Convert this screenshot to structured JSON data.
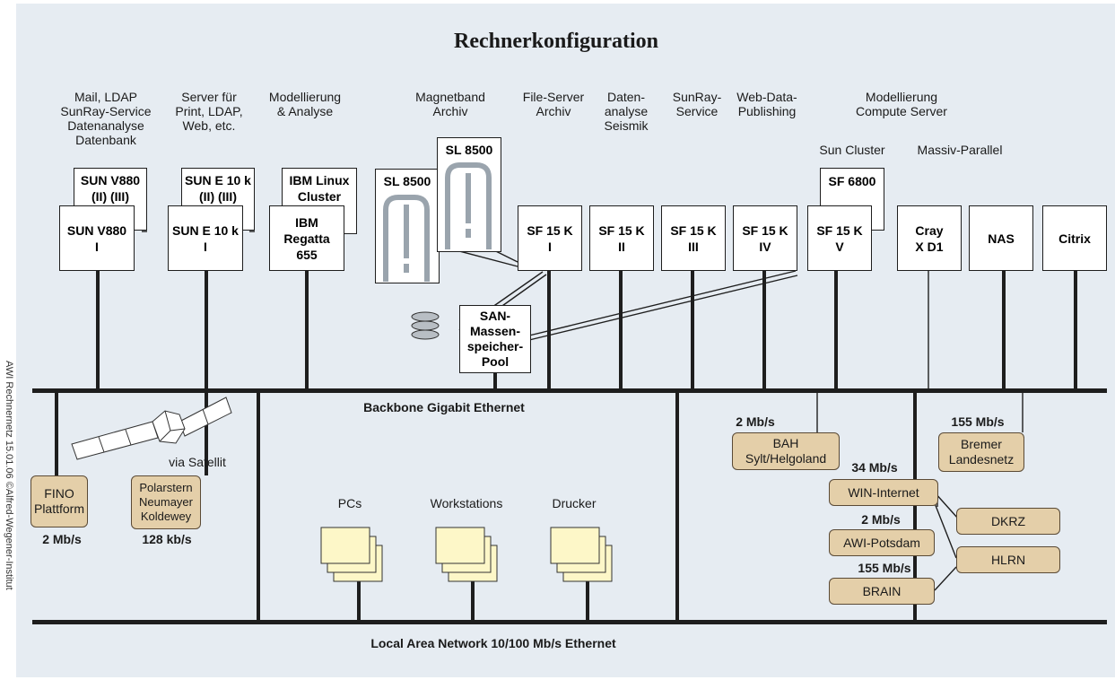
{
  "title": "Rechnerkonfiguration",
  "side_note": "AWI Rechnernetz 15.01.06   ©Alfred-Wegener-Institut",
  "top_labels": {
    "mail": "Mail, LDAP\nSunRay-Service\nDatenanalyse\nDatenbank",
    "server": "Server für\nPrint, LDAP,\nWeb, etc.",
    "modell": "Modellierung\n& Analyse",
    "magnet": "Magnetband\nArchiv",
    "fileserver": "File-Server\nArchiv",
    "daten": "Daten-\nanalyse\nSeismik",
    "sunray": "SunRay-\nService",
    "web": "Web-Data-\nPublishing",
    "compute": "Modellierung\nCompute Server",
    "suncluster": "Sun Cluster",
    "massiv": "Massiv-Parallel"
  },
  "boxes": {
    "v880_back": "SUN V880\n(II) (III)",
    "v880": "SUN V880\nI",
    "e10k_back": "SUN E 10 k\n(II) (III)",
    "e10k": "SUN E 10 k\nI",
    "ibm_back": "IBM Linux\nCluster",
    "ibm": "IBM\nRegatta\n655",
    "sl1": "SL 8500",
    "sl2": "SL 8500",
    "sf1": "SF 15 K\nI",
    "sf2": "SF 15 K\nII",
    "sf3": "SF 15 K\nIII",
    "sf4": "SF 15 K\nIV",
    "sf6800": "SF 6800",
    "sf5": "SF 15 K\nV",
    "cray": "Cray\nX D1",
    "nas": "NAS",
    "citrix": "Citrix",
    "san": "SAN-\nMassen-\nspeicher-\nPool"
  },
  "backbone_label": "Backbone Gigabit Ethernet",
  "lan_label": "Local Area Network 10/100 Mb/s Ethernet",
  "satellite_label": "via Satellit",
  "tan_boxes": {
    "fino": "FINO\nPlattform",
    "polar": "Polarstern\nNeumayer\nKoldewey",
    "bah": "BAH\nSylt/Helgoland",
    "bremer": "Bremer\nLandesnetz",
    "win": "WIN-Internet",
    "dkrz": "DKRZ",
    "awi": "AWI-Potsdam",
    "hlrn": "HLRN",
    "brain": "BRAIN"
  },
  "speeds": {
    "fino": "2 Mb/s",
    "polar": "128 kb/s",
    "bah": "2 Mb/s",
    "bremer": "155 Mb/s",
    "win": "34 Mb/s",
    "awi": "2 Mb/s",
    "brain": "155 Mb/s"
  },
  "clients": {
    "pcs": "PCs",
    "ws": "Workstations",
    "drucker": "Drucker"
  },
  "colors": {
    "panel": "#e6ecf2",
    "tan": "#e4cfa9",
    "line": "#1e1e1e",
    "doc": "#fdf7c8",
    "robot": "#9aa4ad"
  }
}
